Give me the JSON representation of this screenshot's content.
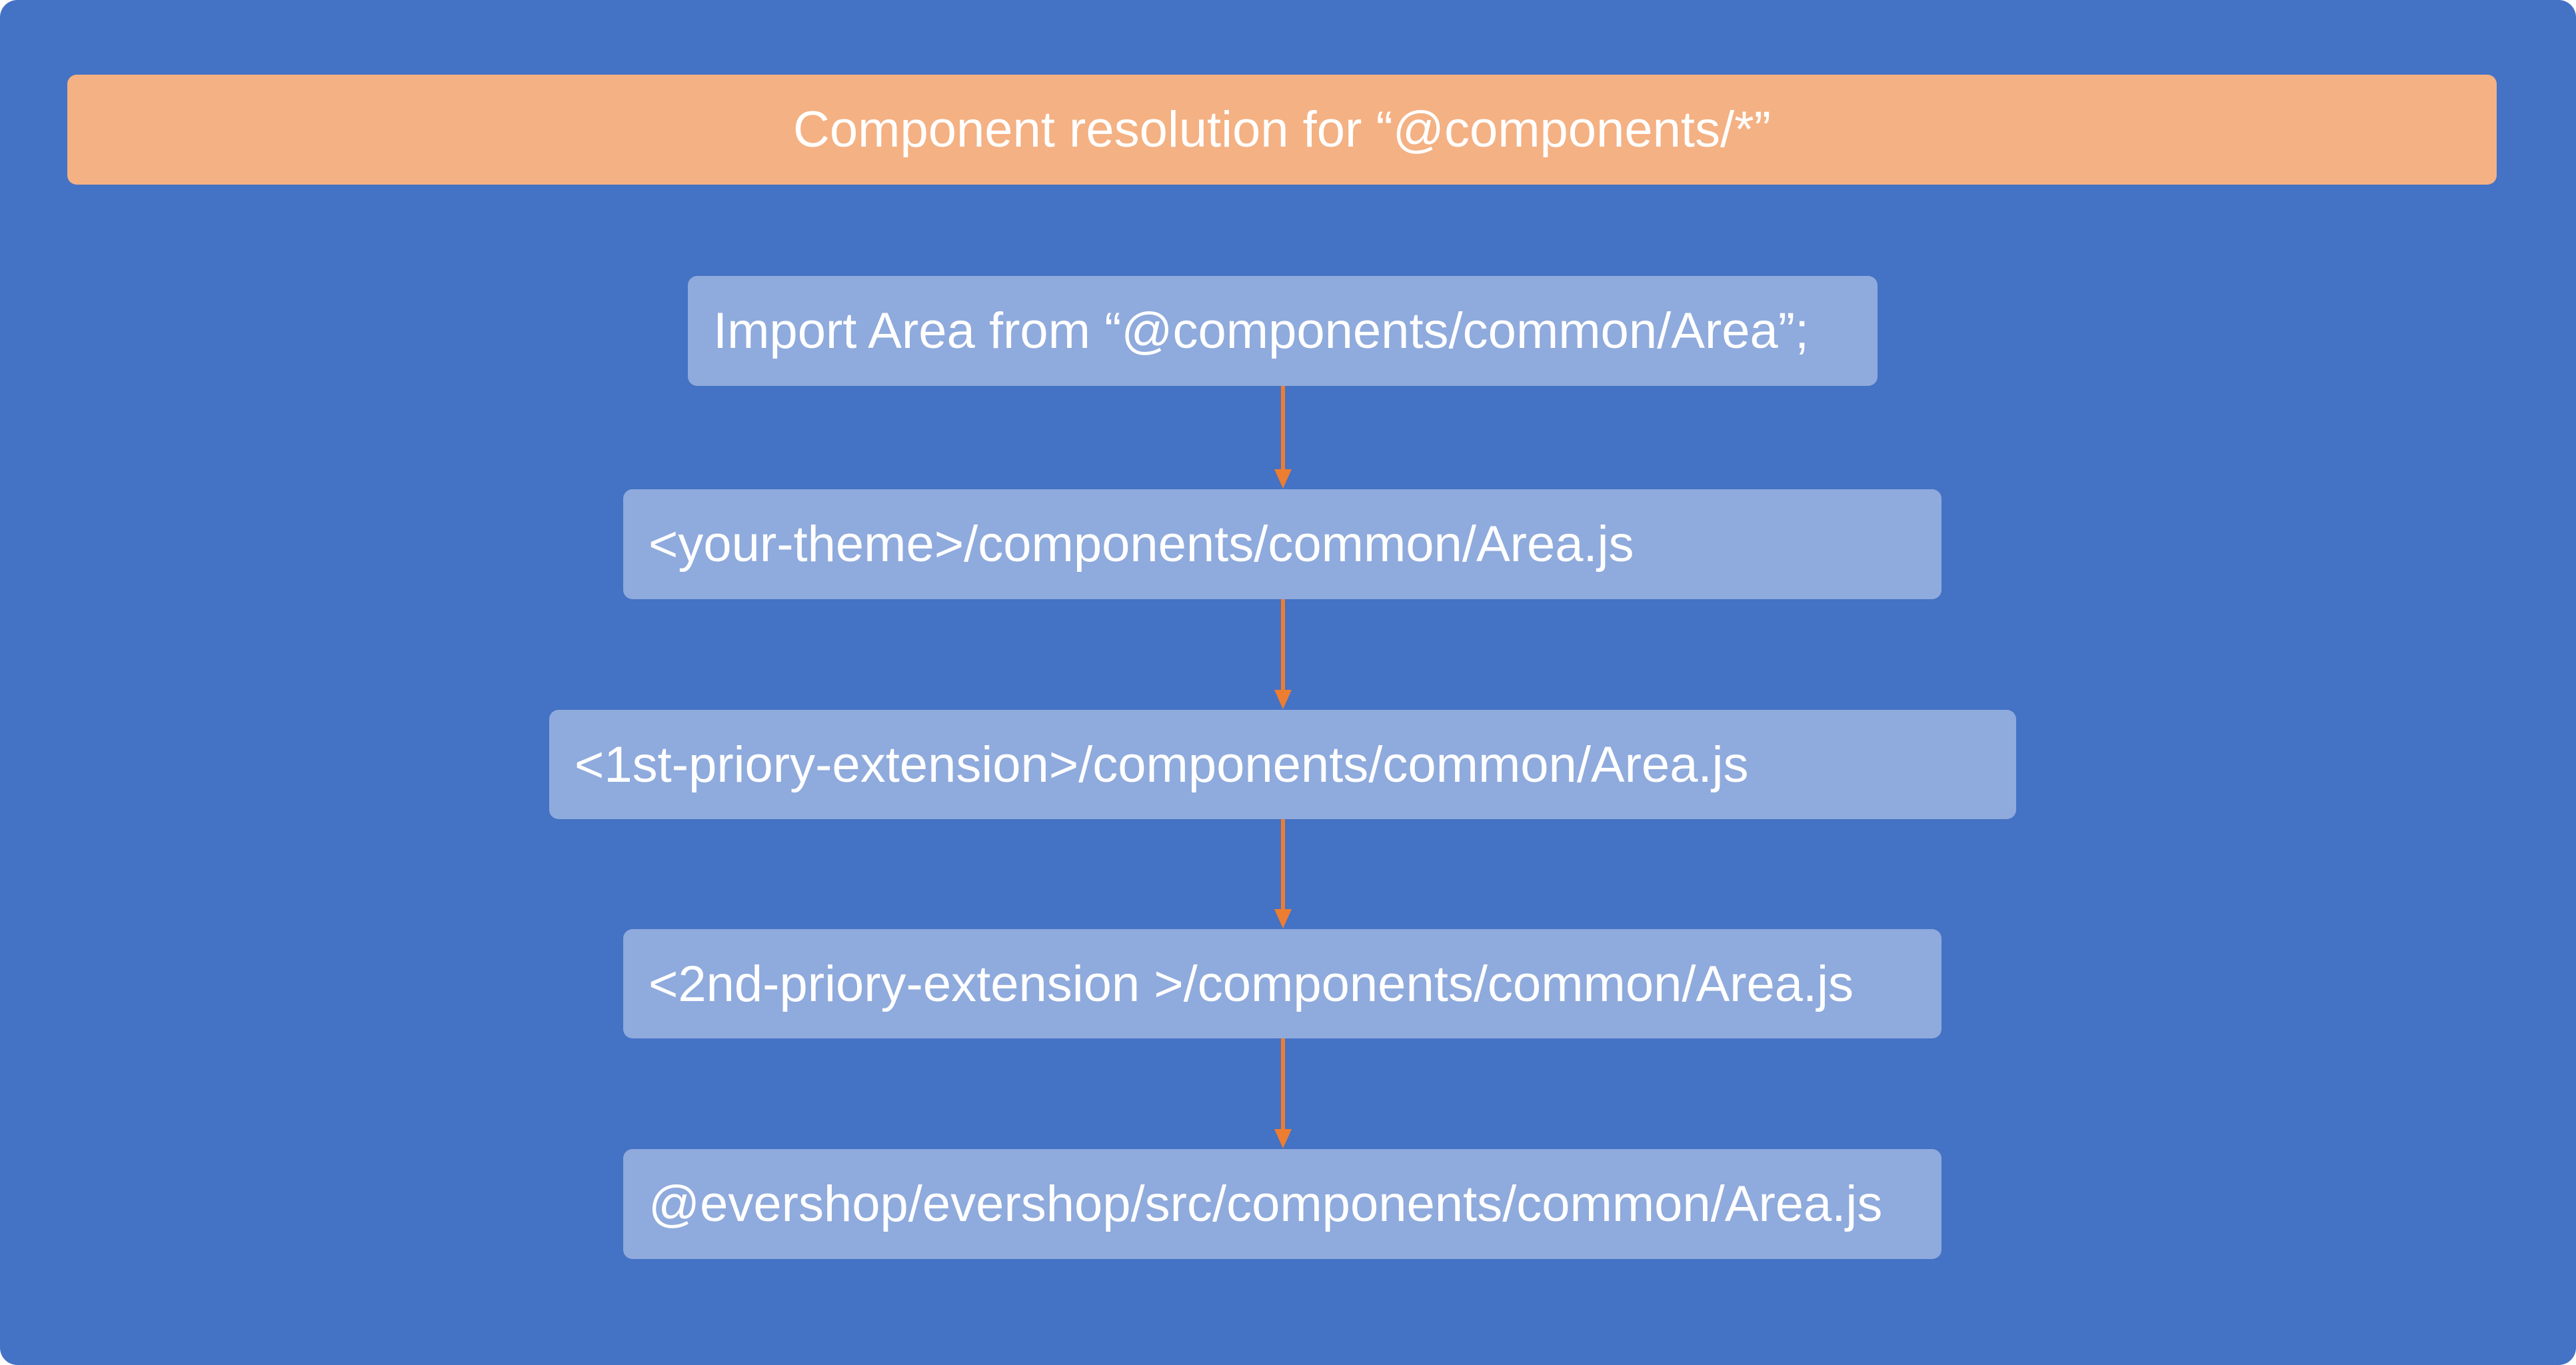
{
  "diagram": {
    "title": "Component resolution for “@components/*”",
    "steps": [
      "Import Area from “@components/common/Area”;",
      "<your-theme>/components/common/Area.js",
      "<1st-priory-extension>/components/common/Area.js",
      "<2nd-priory-extension >/components/common/Area.js",
      "@evershop/evershop/src/components/common/Area.js"
    ],
    "edges": [
      {
        "from": 0,
        "to": 1
      },
      {
        "from": 1,
        "to": 2
      },
      {
        "from": 2,
        "to": 3
      },
      {
        "from": 3,
        "to": 4
      }
    ]
  },
  "colors": {
    "background": "#4472C4",
    "header": "#F4B183",
    "box": "#8FAADC",
    "arrow": "#ED7D31",
    "text": "#FFFFFF"
  }
}
